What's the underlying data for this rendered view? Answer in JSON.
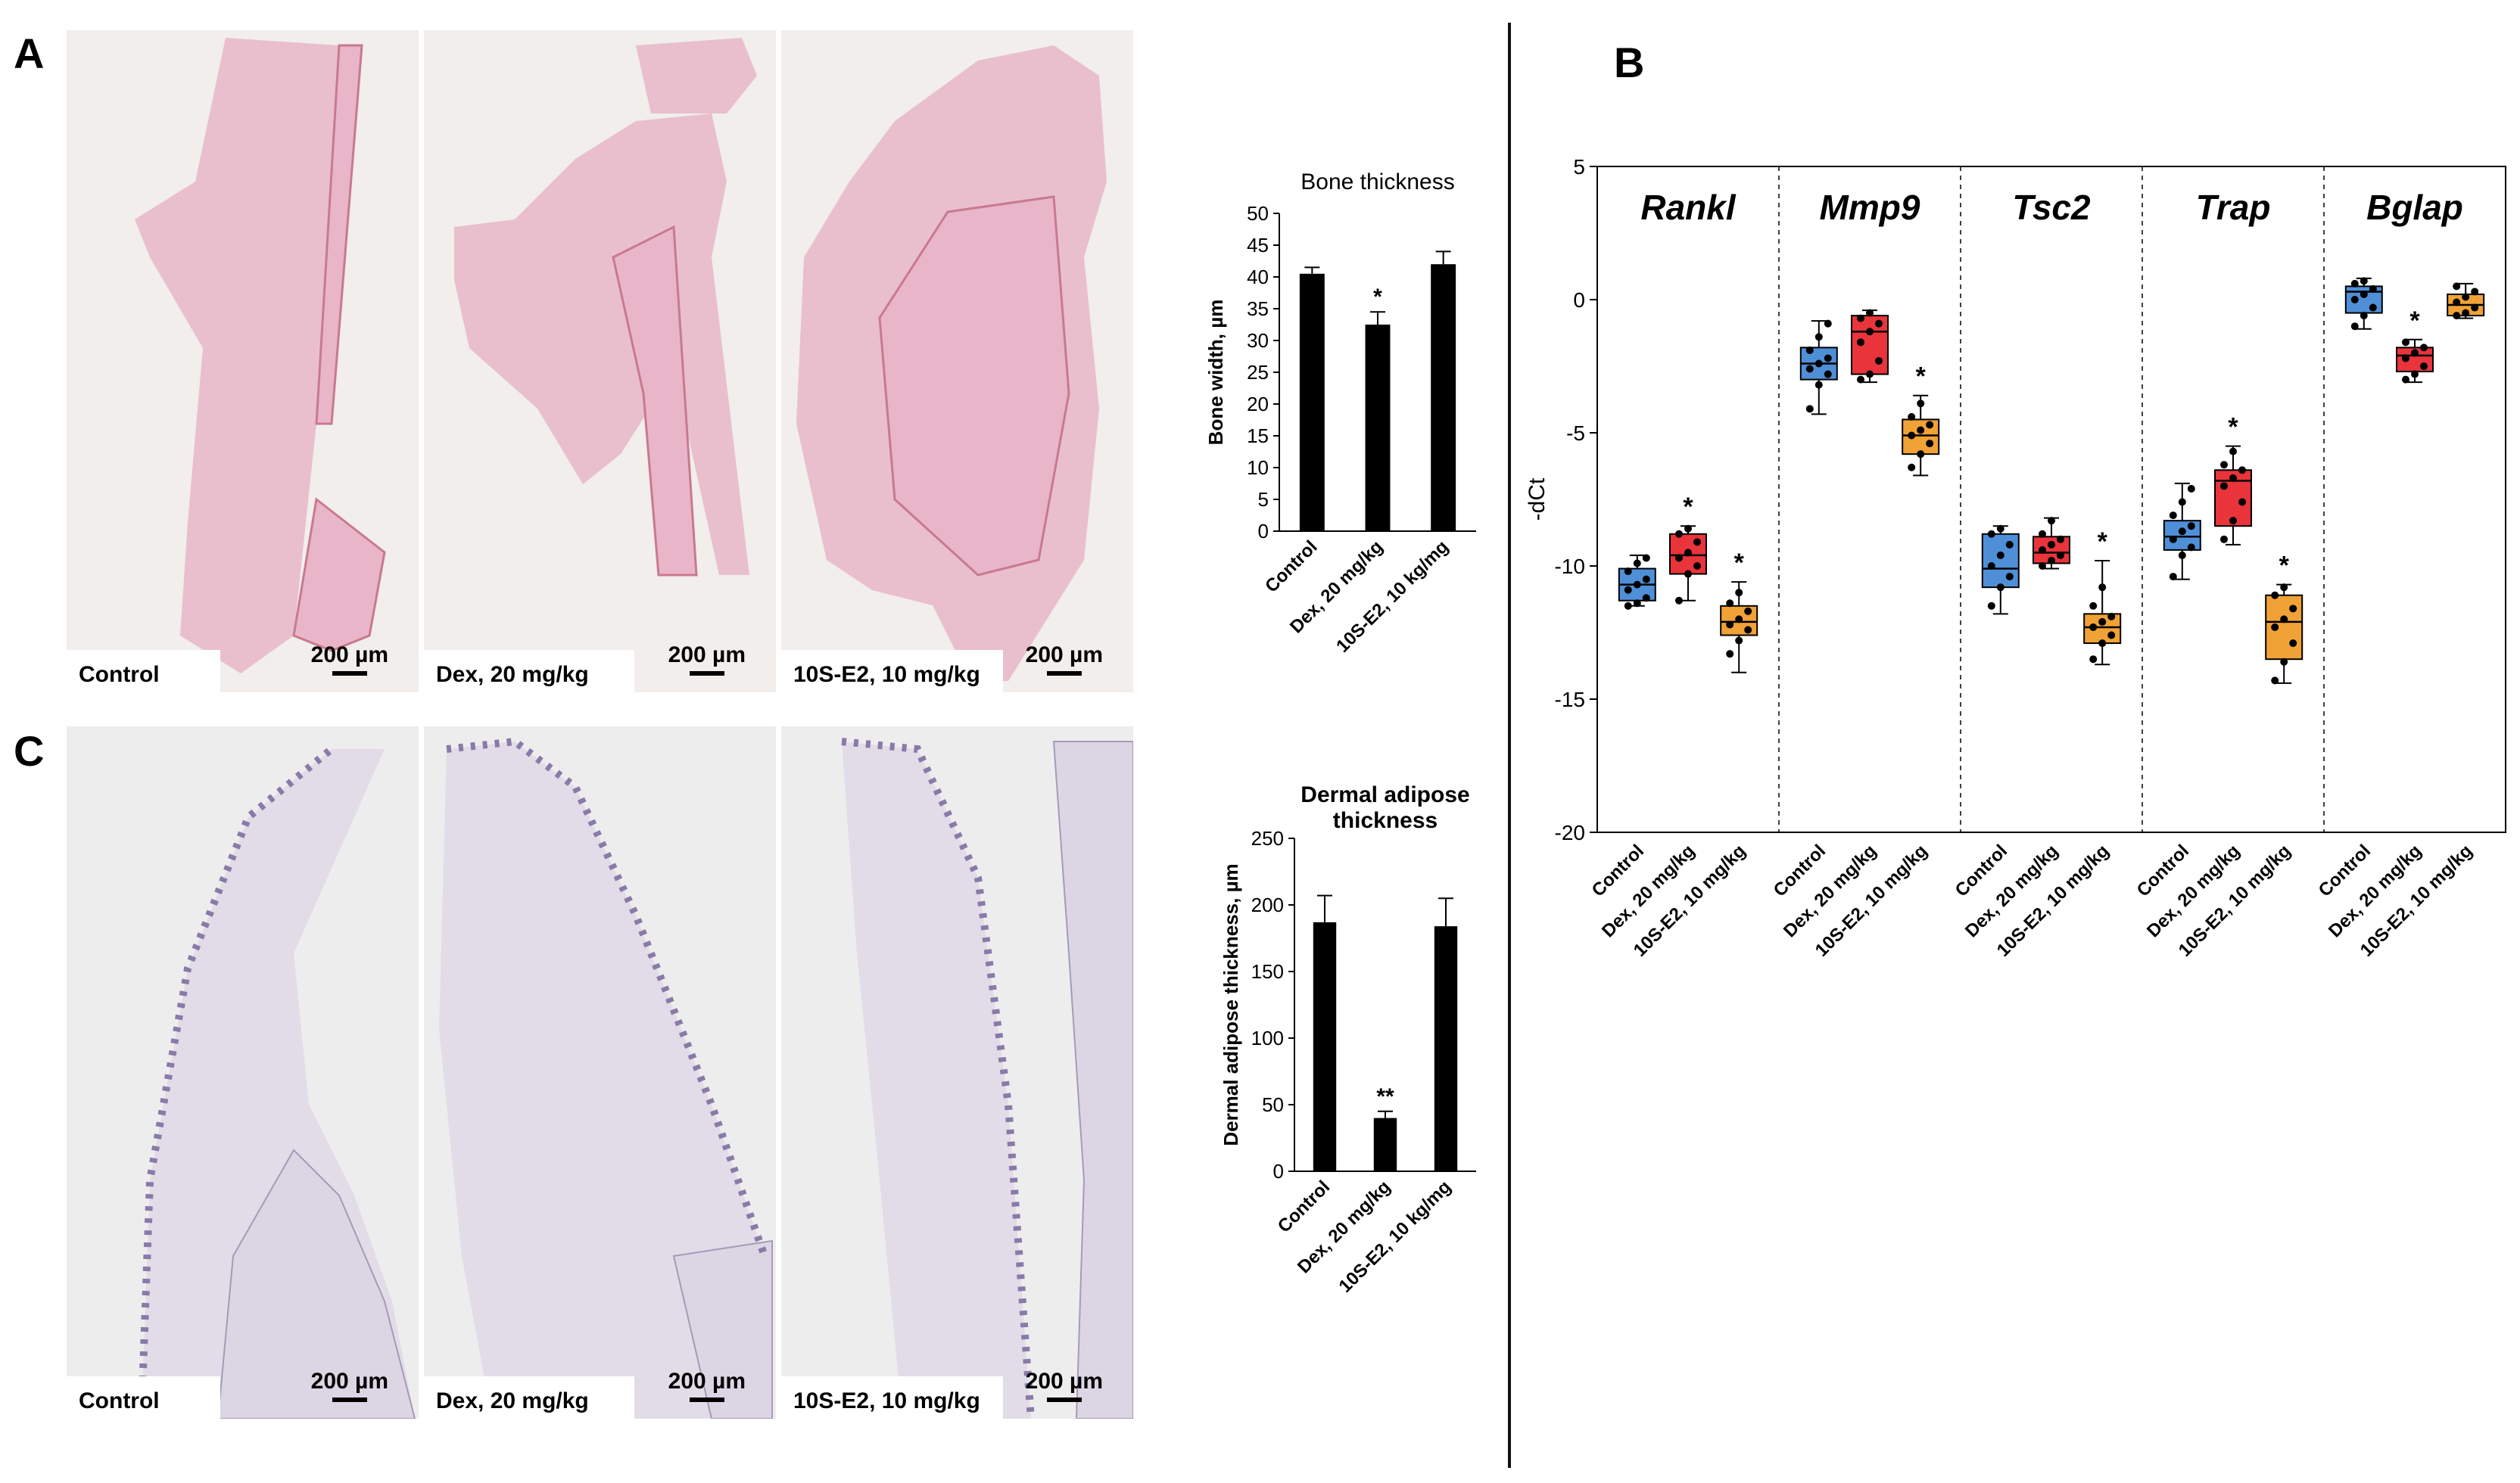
{
  "panels": {
    "A": "A",
    "B": "B",
    "C": "C"
  },
  "micrographs": {
    "bone": [
      {
        "label": "Control",
        "scale": "200 µm"
      },
      {
        "label": "Dex, 20 mg/kg",
        "scale": "200 µm"
      },
      {
        "label": "10S-E2, 10 mg/kg",
        "scale": "200 µm"
      }
    ],
    "skin": [
      {
        "label": "Control",
        "scale": "200 µm"
      },
      {
        "label": "Dex, 20 mg/kg",
        "scale": "200 µm"
      },
      {
        "label": "10S-E2, 10 mg/kg",
        "scale": "200 µm"
      }
    ]
  },
  "colors": {
    "bone_tissue": "#e8b6c8",
    "bone_bg": "#f1eeec",
    "skin_tissue": "#dcd6e4",
    "skin_bg": "#eeedee",
    "bar": "#000000",
    "control": "#4f8fd8",
    "dex": "#e8343a",
    "e2": "#f0a236"
  },
  "chart_data": [
    {
      "id": "bone",
      "type": "bar",
      "title": "Bone thickness",
      "ylabel": "Bone width, µm",
      "categories": [
        "Control",
        "Dex, 20 mg/kg",
        "10S-E2, 10 kg/mg"
      ],
      "values": [
        40.5,
        32.5,
        42
      ],
      "errors": [
        1,
        2,
        2
      ],
      "annotations": [
        "",
        "*",
        ""
      ],
      "ylim": [
        0,
        50
      ],
      "yticks": [
        "0",
        "5",
        "10",
        "15",
        "20",
        "25",
        "30",
        "35",
        "40",
        "45",
        "50"
      ],
      "grid": false
    },
    {
      "id": "adipose",
      "type": "bar",
      "title": "Dermal adipose\nthickness",
      "ylabel": "Dermal adipose thickness, µm",
      "categories": [
        "Control",
        "Dex, 20 mg/kg",
        "10S-E2, 10 kg/mg"
      ],
      "values": [
        187,
        40,
        184
      ],
      "errors": [
        20,
        5,
        21
      ],
      "annotations": [
        "",
        "**",
        ""
      ],
      "ylim": [
        0,
        250
      ],
      "yticks": [
        "0",
        "50",
        "100",
        "150",
        "200",
        "250"
      ],
      "grid": false
    },
    {
      "id": "expression",
      "type": "box",
      "ylabel": "-dCt",
      "ylim": [
        -20,
        5
      ],
      "yticks": [
        "-20",
        "-15",
        "-10",
        "-5",
        "0",
        "5"
      ],
      "categories": [
        "Control",
        "Dex, 20 mg/kg",
        "10S-E2, 10 mg/kg"
      ],
      "groups": [
        {
          "gene": "Rankl",
          "boxes": [
            {
              "min": -11.5,
              "q1": -11.3,
              "median": -10.7,
              "q3": -10.1,
              "max": -9.6,
              "points": [
                -11.5,
                -11.4,
                -11.2,
                -10.9,
                -10.7,
                -10.5,
                -10.2,
                -9.9,
                -9.7
              ],
              "sig": ""
            },
            {
              "min": -11.3,
              "q1": -10.3,
              "median": -9.6,
              "q3": -8.8,
              "max": -8.5,
              "points": [
                -11.3,
                -10.3,
                -10.0,
                -9.7,
                -9.5,
                -9.1,
                -8.8,
                -8.6
              ],
              "sig": "*"
            },
            {
              "min": -14.0,
              "q1": -12.6,
              "median": -12.1,
              "q3": -11.5,
              "max": -10.6,
              "points": [
                -13.3,
                -12.8,
                -12.4,
                -12.2,
                -12.0,
                -11.7,
                -11.4,
                -11.0
              ],
              "sig": "*"
            }
          ]
        },
        {
          "gene": "Mmp9",
          "boxes": [
            {
              "min": -4.3,
              "q1": -3.0,
              "median": -2.4,
              "q3": -1.8,
              "max": -0.8,
              "points": [
                -4.1,
                -3.2,
                -2.8,
                -2.6,
                -2.4,
                -2.2,
                -1.9,
                -1.4,
                -0.9
              ],
              "sig": ""
            },
            {
              "min": -3.1,
              "q1": -2.8,
              "median": -1.2,
              "q3": -0.6,
              "max": -0.4,
              "points": [
                -3.0,
                -2.8,
                -2.3,
                -1.6,
                -1.2,
                -0.9,
                -0.7,
                -0.5
              ],
              "sig": ""
            },
            {
              "min": -6.6,
              "q1": -5.8,
              "median": -5.1,
              "q3": -4.5,
              "max": -3.6,
              "points": [
                -6.3,
                -5.8,
                -5.4,
                -5.1,
                -4.9,
                -4.7,
                -4.4,
                -3.9
              ],
              "sig": "*"
            }
          ]
        },
        {
          "gene": "Tsc2",
          "boxes": [
            {
              "min": -11.8,
              "q1": -10.8,
              "median": -10.1,
              "q3": -8.8,
              "max": -8.5,
              "points": [
                -11.5,
                -10.8,
                -10.4,
                -10.0,
                -9.6,
                -9.2,
                -8.8,
                -8.6
              ],
              "sig": ""
            },
            {
              "min": -10.1,
              "q1": -9.9,
              "median": -9.5,
              "q3": -8.9,
              "max": -8.2,
              "points": [
                -10.0,
                -9.8,
                -9.6,
                -9.4,
                -9.2,
                -9.0,
                -8.8,
                -8.3
              ],
              "sig": ""
            },
            {
              "min": -13.7,
              "q1": -12.9,
              "median": -12.3,
              "q3": -11.8,
              "max": -9.8,
              "points": [
                -13.5,
                -12.9,
                -12.6,
                -12.3,
                -12.1,
                -11.9,
                -11.5,
                -10.8
              ],
              "sig": "*"
            }
          ]
        },
        {
          "gene": "Trap",
          "boxes": [
            {
              "min": -10.5,
              "q1": -9.4,
              "median": -8.9,
              "q3": -8.3,
              "max": -6.9,
              "points": [
                -10.4,
                -9.6,
                -9.3,
                -9.0,
                -8.7,
                -8.5,
                -8.1,
                -7.6,
                -7.1
              ],
              "sig": ""
            },
            {
              "min": -9.2,
              "q1": -8.5,
              "median": -6.8,
              "q3": -6.4,
              "max": -5.5,
              "points": [
                -9.0,
                -8.3,
                -7.6,
                -7.0,
                -6.7,
                -6.4,
                -6.2,
                -5.7
              ],
              "sig": "*"
            },
            {
              "min": -14.4,
              "q1": -13.5,
              "median": -12.1,
              "q3": -11.1,
              "max": -10.7,
              "points": [
                -14.3,
                -13.6,
                -12.9,
                -12.3,
                -12.0,
                -11.6,
                -11.1,
                -10.8
              ],
              "sig": "*"
            }
          ]
        },
        {
          "gene": "Bglap",
          "boxes": [
            {
              "min": -1.1,
              "q1": -0.5,
              "median": 0.3,
              "q3": 0.5,
              "max": 0.8,
              "points": [
                -1.0,
                -0.6,
                -0.3,
                0.0,
                0.2,
                0.4,
                0.6,
                0.7
              ],
              "sig": ""
            },
            {
              "min": -3.1,
              "q1": -2.7,
              "median": -2.1,
              "q3": -1.8,
              "max": -1.5,
              "points": [
                -3.0,
                -2.8,
                -2.5,
                -2.2,
                -2.0,
                -1.8,
                -1.6
              ],
              "sig": "*"
            },
            {
              "min": -0.7,
              "q1": -0.6,
              "median": -0.2,
              "q3": 0.2,
              "max": 0.6,
              "points": [
                -0.6,
                -0.5,
                -0.3,
                -0.1,
                0.1,
                0.3,
                0.5
              ],
              "sig": ""
            }
          ]
        }
      ],
      "grid": false
    }
  ]
}
